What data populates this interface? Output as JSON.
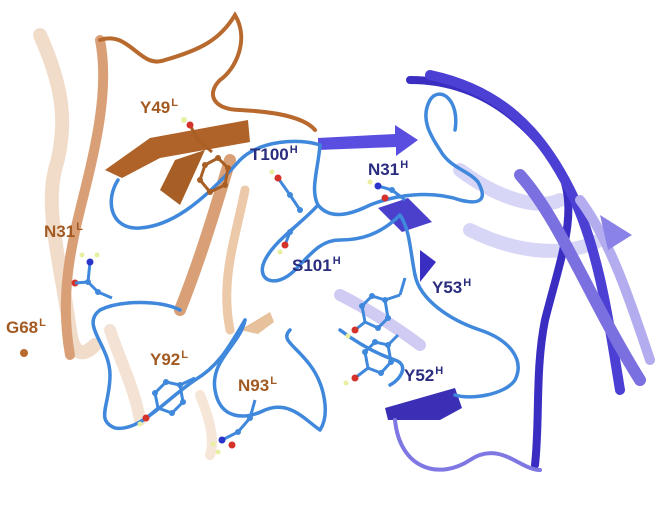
{
  "colors": {
    "light_chain": "#d9a077",
    "light_chain_dark": "#a85f25",
    "heavy_chain": "#4434c8",
    "heavy_chain_light": "#8a86e6",
    "cdr_loop": "#3f88dc",
    "light_label": "#a25a22",
    "heavy_label": "#2a2c7e",
    "oxygen": "#d4322a",
    "nitrogen": "#2b34c9",
    "hydrogen": "#e8efa0"
  },
  "residues": [
    {
      "name": "Y49",
      "chain": "L",
      "color_key": "light"
    },
    {
      "name": "N31",
      "chain": "L",
      "color_key": "light"
    },
    {
      "name": "G68",
      "chain": "L",
      "color_key": "light"
    },
    {
      "name": "Y92",
      "chain": "L",
      "color_key": "light"
    },
    {
      "name": "N93",
      "chain": "L",
      "color_key": "light"
    },
    {
      "name": "T100",
      "chain": "H",
      "color_key": "heavy"
    },
    {
      "name": "N31",
      "chain": "H",
      "color_key": "heavy"
    },
    {
      "name": "S101",
      "chain": "H",
      "color_key": "heavy"
    },
    {
      "name": "Y53",
      "chain": "H",
      "color_key": "heavy"
    },
    {
      "name": "Y52",
      "chain": "H",
      "color_key": "heavy"
    }
  ]
}
